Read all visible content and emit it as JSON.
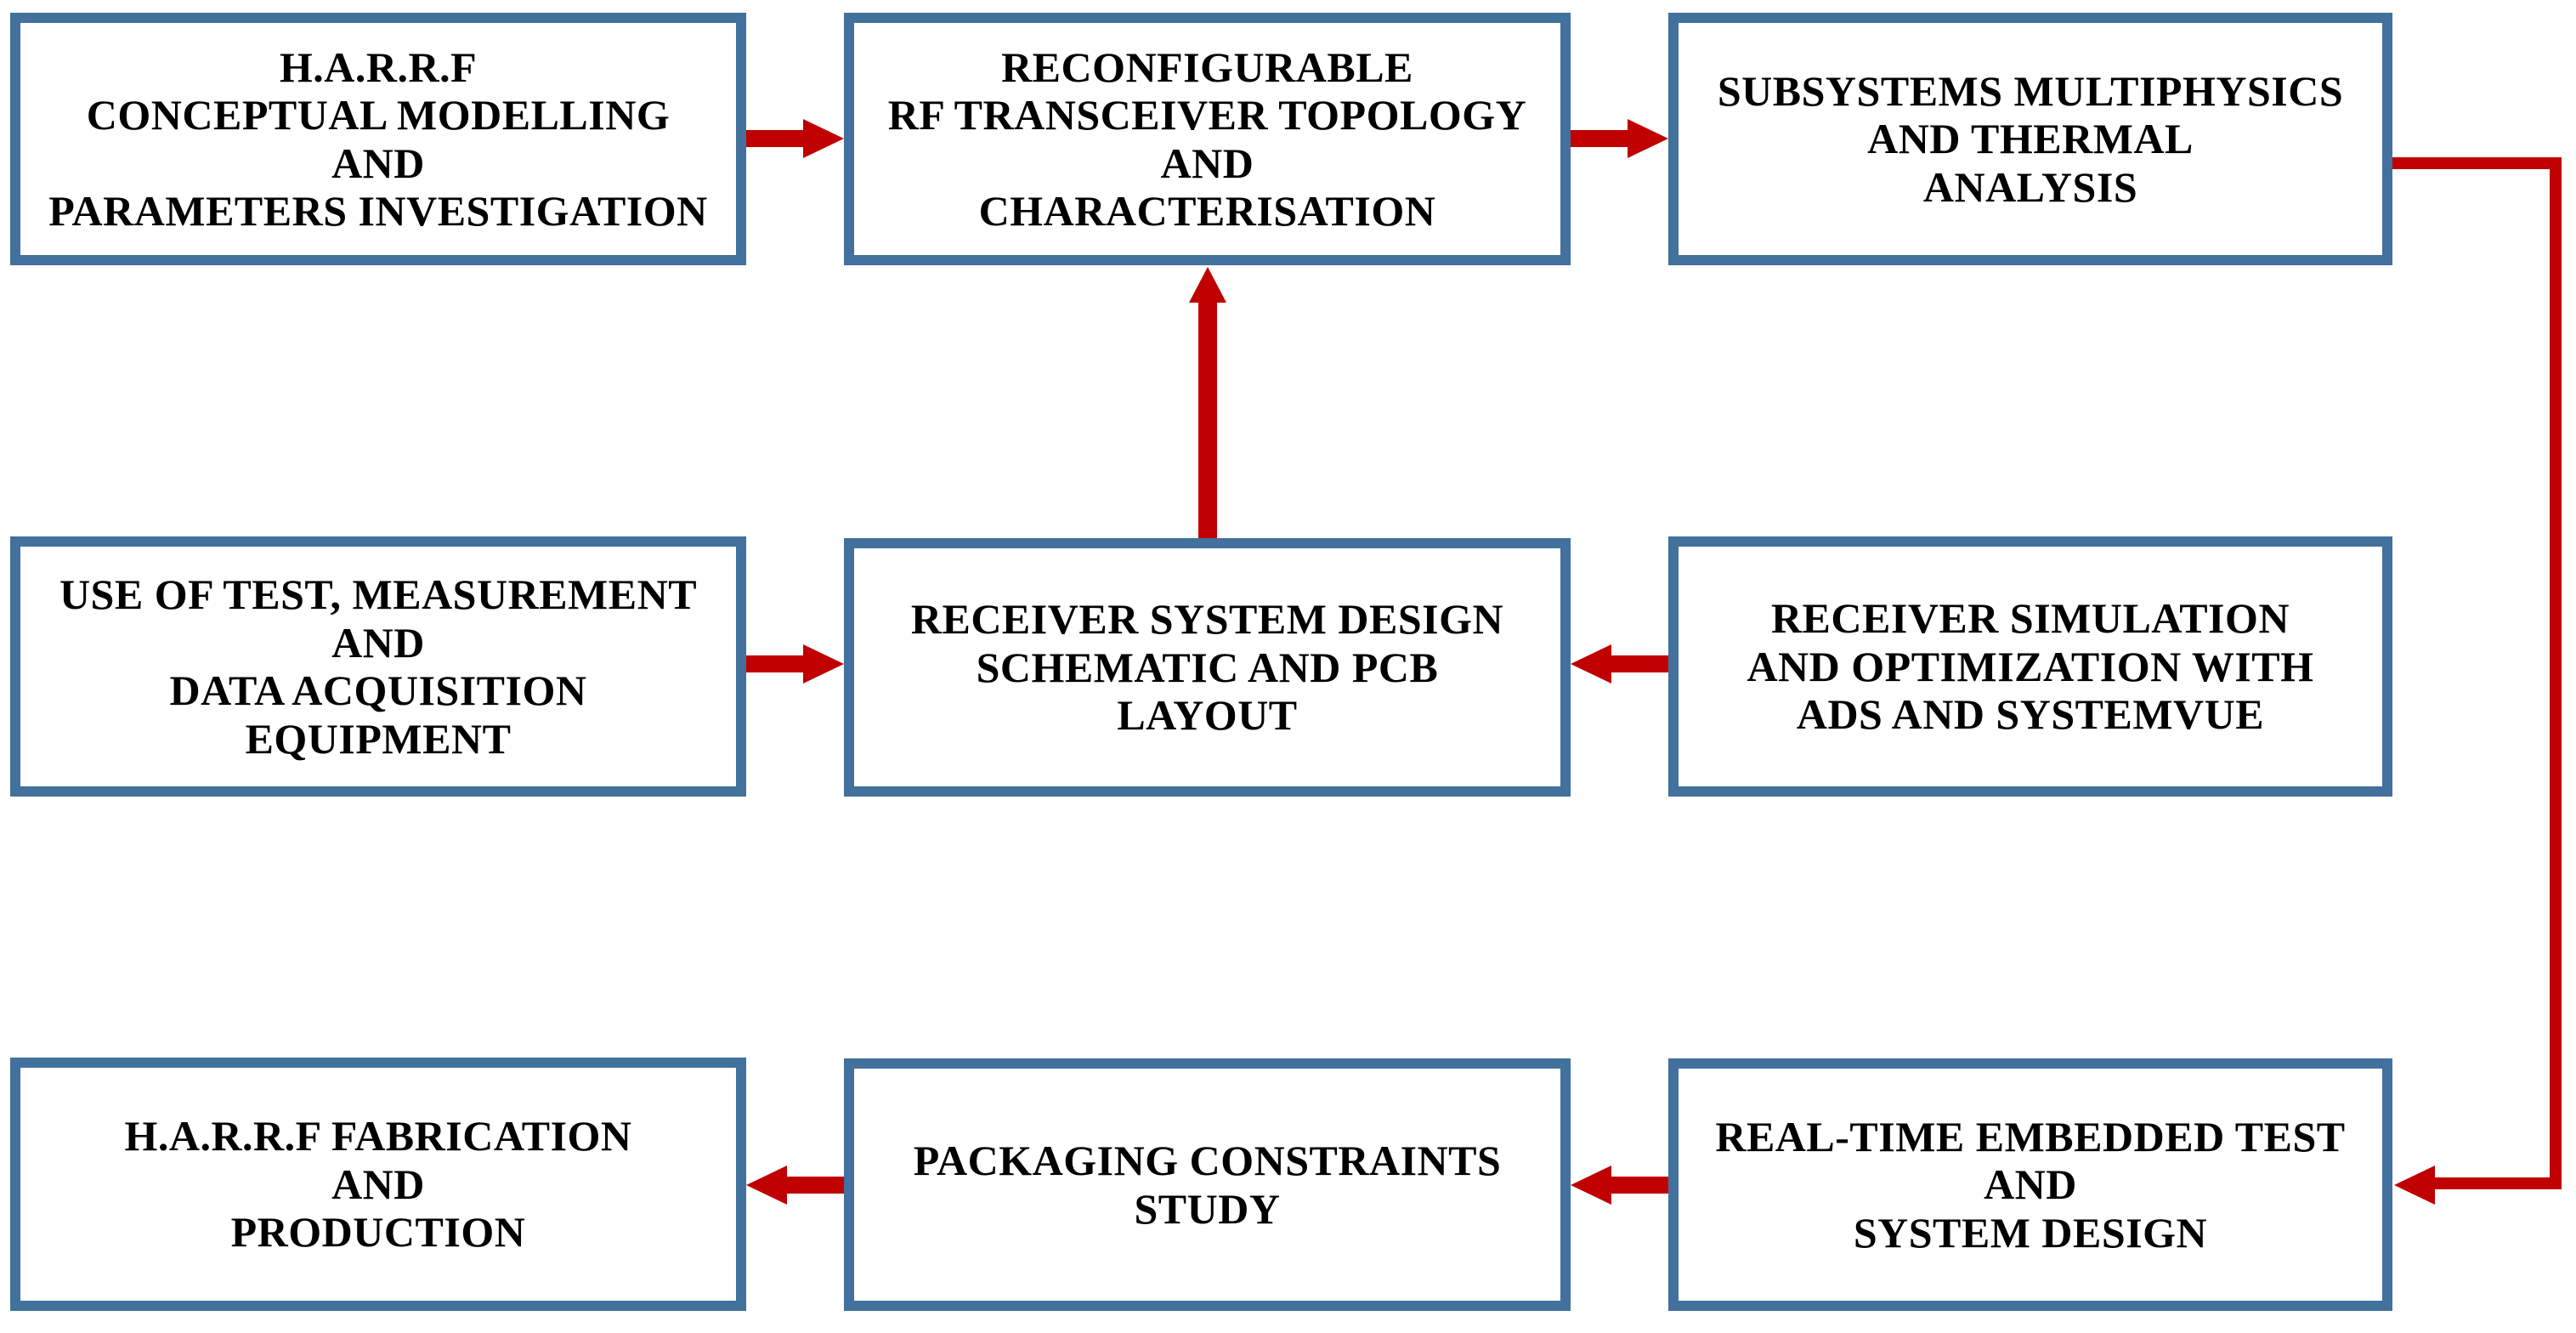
{
  "colors": {
    "box_border_blue": "#41719C",
    "arrow_red": "#C00000",
    "background": "#FFFFFF",
    "text_black": "#000000"
  },
  "diagram": {
    "title": "H.A.R.R.F development process flowchart",
    "boxes": [
      {
        "id": "conceptual-modelling",
        "text": "H.A.R.R.F\nCONCEPTUAL MODELLING\nAND\nPARAMETERS INVESTIGATION"
      },
      {
        "id": "transceiver-topology",
        "text": "RECONFIGURABLE\nRF TRANSCEIVER TOPOLOGY\nAND\nCHARACTERISATION"
      },
      {
        "id": "multiphysics-analysis",
        "text": "SUBSYSTEMS MULTIPHYSICS\nAND THERMAL\nANALYSIS"
      },
      {
        "id": "test-equipment",
        "text": "USE OF TEST, MEASUREMENT\nAND\nDATA ACQUISITION\nEQUIPMENT"
      },
      {
        "id": "receiver-system-design",
        "text": "RECEIVER SYSTEM DESIGN\nSCHEMATIC AND PCB\nLAYOUT"
      },
      {
        "id": "receiver-simulation",
        "text": "RECEIVER SIMULATION\nAND OPTIMIZATION WITH\nADS AND SYSTEMVUE"
      },
      {
        "id": "fabrication-production",
        "text": "H.A.R.R.F FABRICATION\nAND\nPRODUCTION"
      },
      {
        "id": "packaging-constraints",
        "text": "PACKAGING CONSTRAINTS\nSTUDY"
      },
      {
        "id": "embedded-test",
        "text": "REAL-TIME EMBEDDED TEST\nAND\nSYSTEM DESIGN"
      }
    ],
    "connectors": [
      {
        "from": "conceptual-modelling",
        "to": "transceiver-topology",
        "shape": "straight",
        "direction": "right"
      },
      {
        "from": "transceiver-topology",
        "to": "multiphysics-analysis",
        "shape": "straight",
        "direction": "right"
      },
      {
        "from": "multiphysics-analysis",
        "to": "embedded-test",
        "shape": "elbow-right-side",
        "direction": "right-down-left"
      },
      {
        "from": "test-equipment",
        "to": "receiver-system-design",
        "shape": "straight",
        "direction": "right"
      },
      {
        "from": "receiver-simulation",
        "to": "receiver-system-design",
        "shape": "straight",
        "direction": "left"
      },
      {
        "from": "receiver-system-design",
        "to": "transceiver-topology",
        "shape": "straight",
        "direction": "up"
      },
      {
        "from": "embedded-test",
        "to": "packaging-constraints",
        "shape": "straight",
        "direction": "left"
      },
      {
        "from": "packaging-constraints",
        "to": "fabrication-production",
        "shape": "straight",
        "direction": "left"
      }
    ]
  }
}
